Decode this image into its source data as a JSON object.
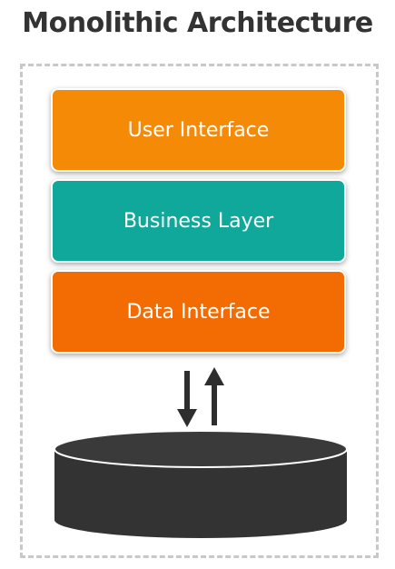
{
  "title": "Monolithic Architecture",
  "layers": [
    {
      "label": "User Interface",
      "color": "#f58a07"
    },
    {
      "label": "Business Layer",
      "color": "#0fa89a"
    },
    {
      "label": "Data Interface",
      "color": "#f26c03"
    }
  ],
  "database": {
    "color": "#333333",
    "top_color": "#3a3a3a"
  },
  "arrows": {
    "color": "#2e2e2e",
    "directions": [
      "down",
      "up"
    ]
  },
  "frame": {
    "border_color": "#c8c8c8"
  }
}
